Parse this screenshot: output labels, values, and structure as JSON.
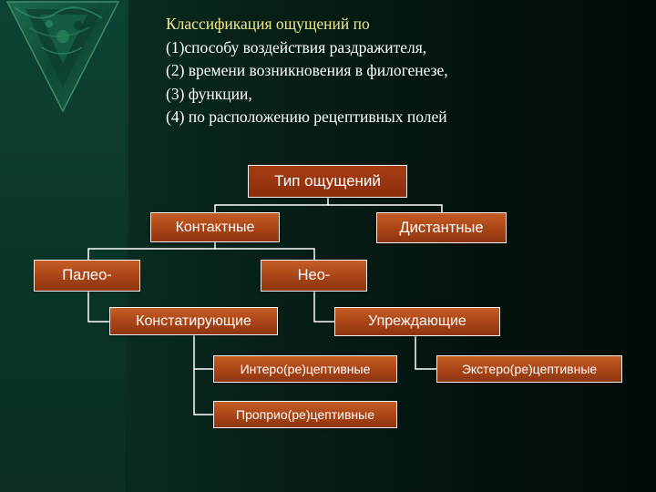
{
  "title": "Классификация ощущений по",
  "criteria": [
    "(1)способу воздействия раздражителя,",
    "(2) времени возникновения в филогенезе,",
    "(3) функции,",
    "(4) по расположению рецептивных  полей"
  ],
  "nodes": {
    "root": "Тип ощущений",
    "contact": "Контактные",
    "distant": "Дистантные",
    "paleo": "Палео-",
    "neo": "Нео-",
    "constating": "Констатирующие",
    "anticipating": "Упреждающие",
    "intero": "Интеро(ре)цептивные",
    "proprio": "Проприо(ре)цептивные",
    "extero": "Экстеро(ре)цептивные"
  },
  "colors": {
    "node_fill": "#a84416",
    "node_border": "#f0f0f0",
    "title_text": "#f1ea8c",
    "connector": "#ffffff"
  }
}
